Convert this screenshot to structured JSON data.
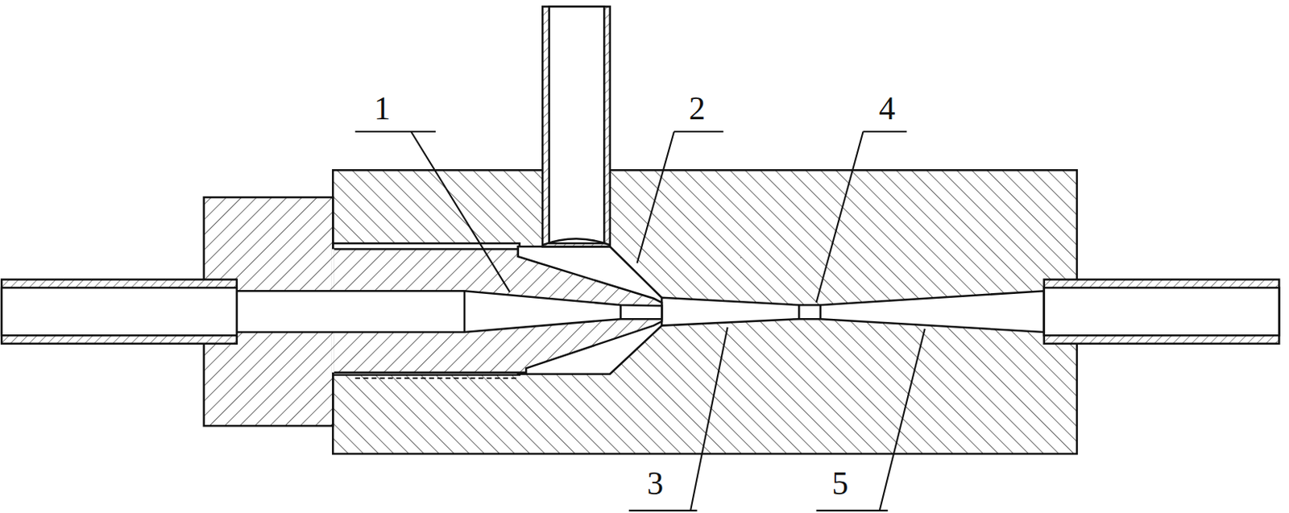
{
  "diagram": {
    "labels": [
      "1",
      "2",
      "4",
      "3",
      "5"
    ]
  }
}
